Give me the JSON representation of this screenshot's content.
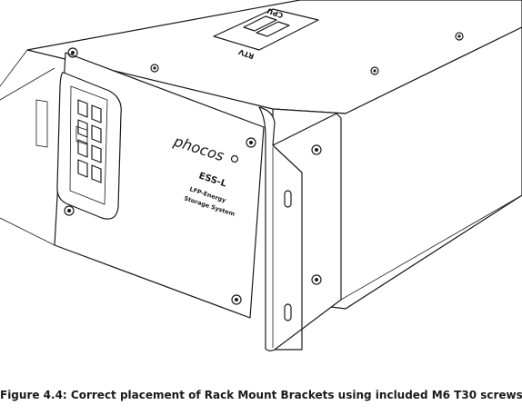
{
  "device": {
    "brand": "phocos",
    "model": "ESS-L",
    "line1": "LFP-Energy",
    "line2": "Storage System",
    "sticker_text_1": "CPU",
    "sticker_text_2": "RTV"
  },
  "caption": "Figure 4.4: Correct placement of Rack Mount Brackets using included M6 T30 screws"
}
